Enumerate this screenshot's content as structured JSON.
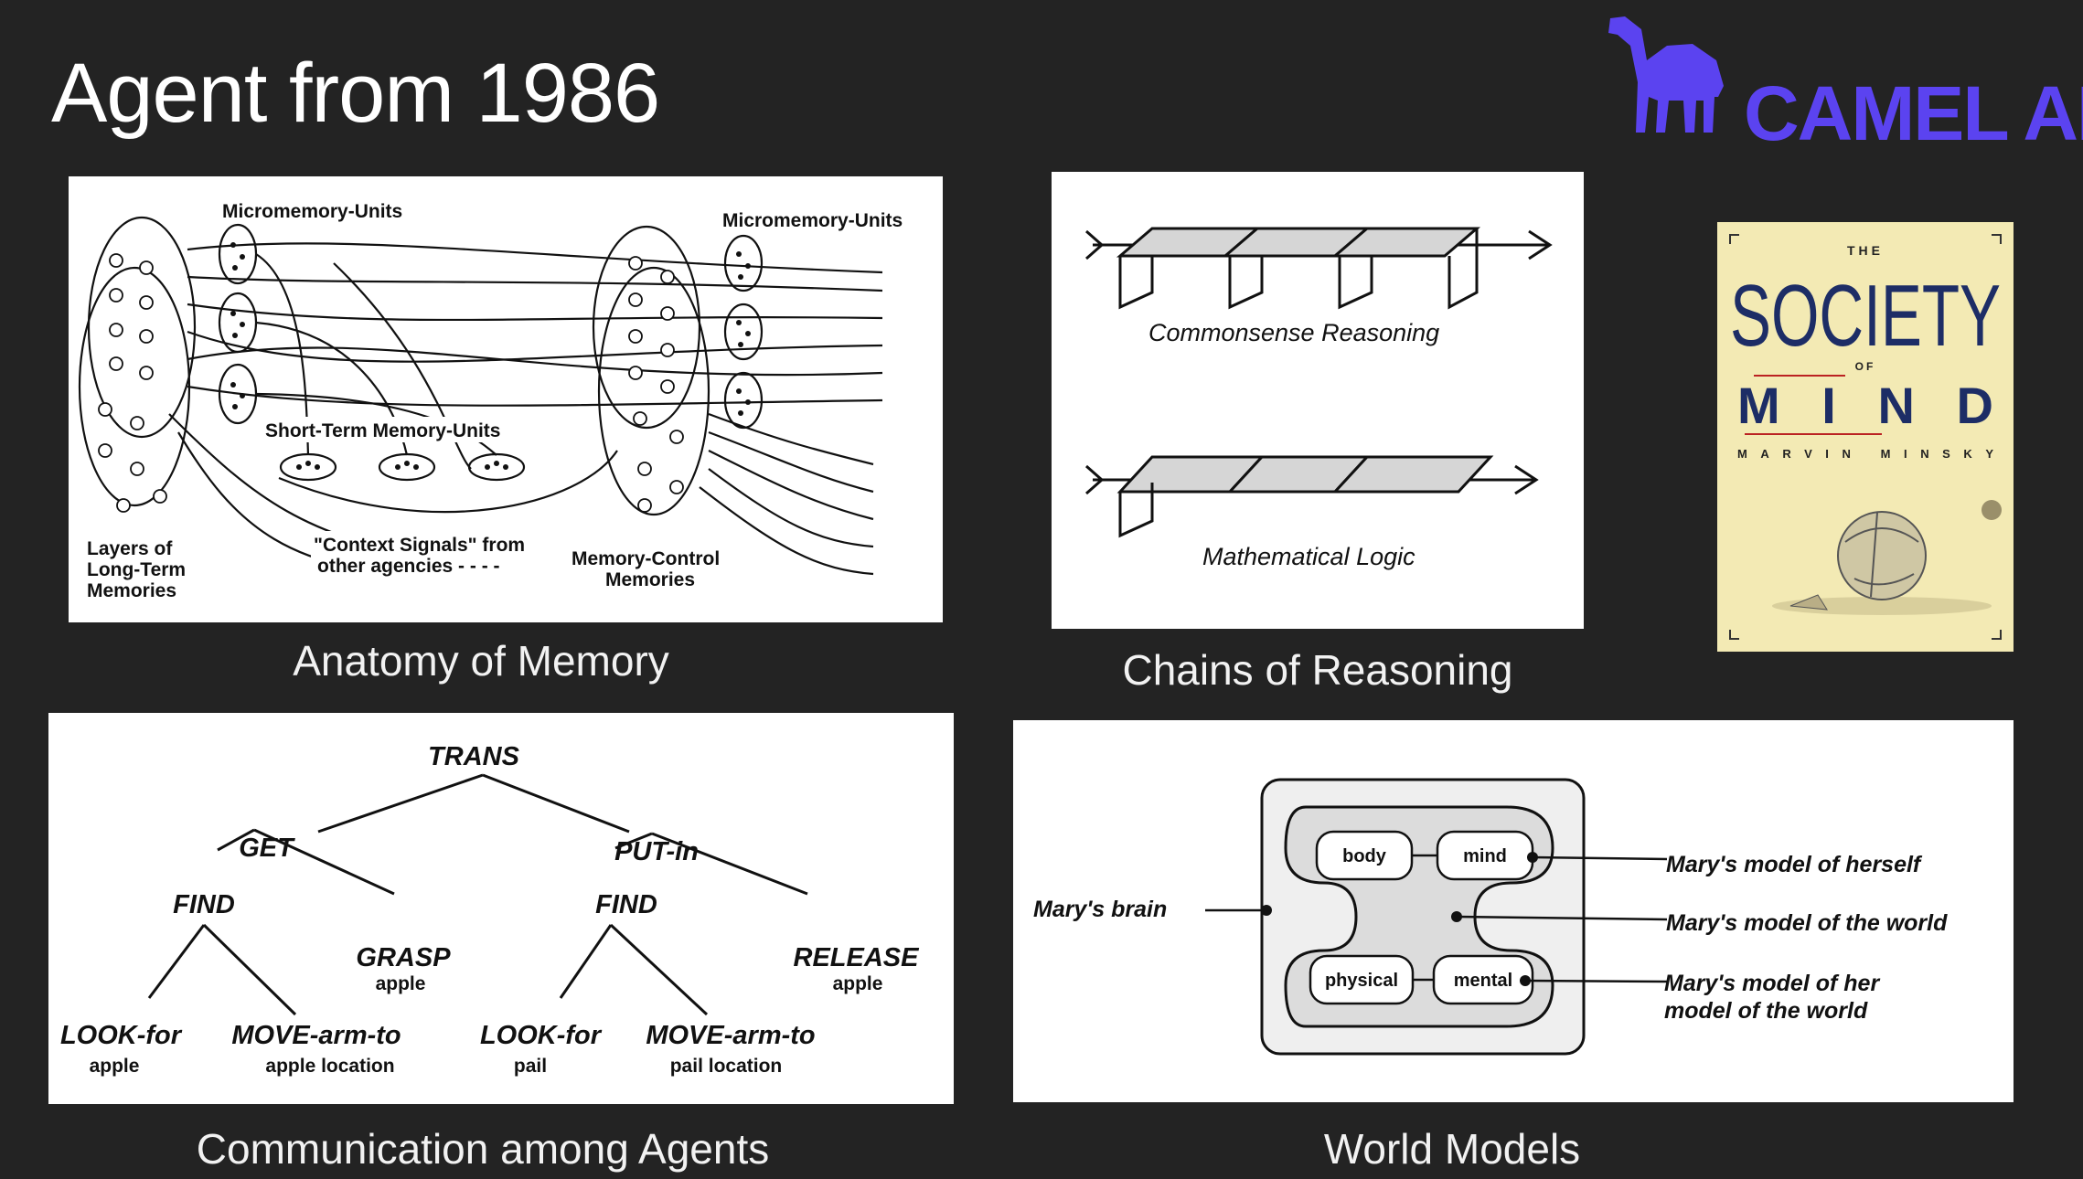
{
  "slide": {
    "title": "Agent from 1986",
    "logo": {
      "text": "CAMEL AI",
      "icon": "camel-icon",
      "color": "#5b43f0"
    }
  },
  "panels": {
    "memory": {
      "caption": "Anatomy of Memory",
      "labels": {
        "micro_left": "Micromemory-Units",
        "micro_right": "Micromemory-Units",
        "short_term": "Short-Term Memory-Units",
        "layers": [
          "Layers of",
          "Long-Term",
          "Memories"
        ],
        "context": [
          "\"Context Signals\" from",
          "other agencies - - - -"
        ],
        "control": [
          "Memory-Control",
          "Memories"
        ]
      }
    },
    "reasoning": {
      "caption": "Chains of Reasoning",
      "top_label": "Commonsense Reasoning",
      "bottom_label": "Mathematical Logic"
    },
    "book": {
      "the": "THE",
      "society": "SOCIETY",
      "of": "OF",
      "mind": "MIND",
      "author": "MARVIN MINSKY"
    },
    "agents": {
      "caption": "Communication among Agents",
      "nodes": {
        "trans": "TRANS",
        "get": "GET",
        "put_in": "PUT-in",
        "find_left": "FIND",
        "grasp": "GRASP",
        "grasp_sub": "apple",
        "find_right": "FIND",
        "release": "RELEASE",
        "release_sub": "apple",
        "look_left": "LOOK-for",
        "look_left_sub": "apple",
        "move_left": "MOVE-arm-to",
        "move_left_sub": "apple location",
        "look_right": "LOOK-for",
        "look_right_sub": "pail",
        "move_right": "MOVE-arm-to",
        "move_right_sub": "pail location"
      }
    },
    "world": {
      "caption": "World Models",
      "boxes": {
        "body": "body",
        "mind": "mind",
        "physical": "physical",
        "mental": "mental"
      },
      "brain_label": "Mary's brain",
      "herself": "Mary's model of herself",
      "world": "Mary's model of the world",
      "her_model": [
        "Mary's model of her",
        "model of the world"
      ]
    }
  }
}
